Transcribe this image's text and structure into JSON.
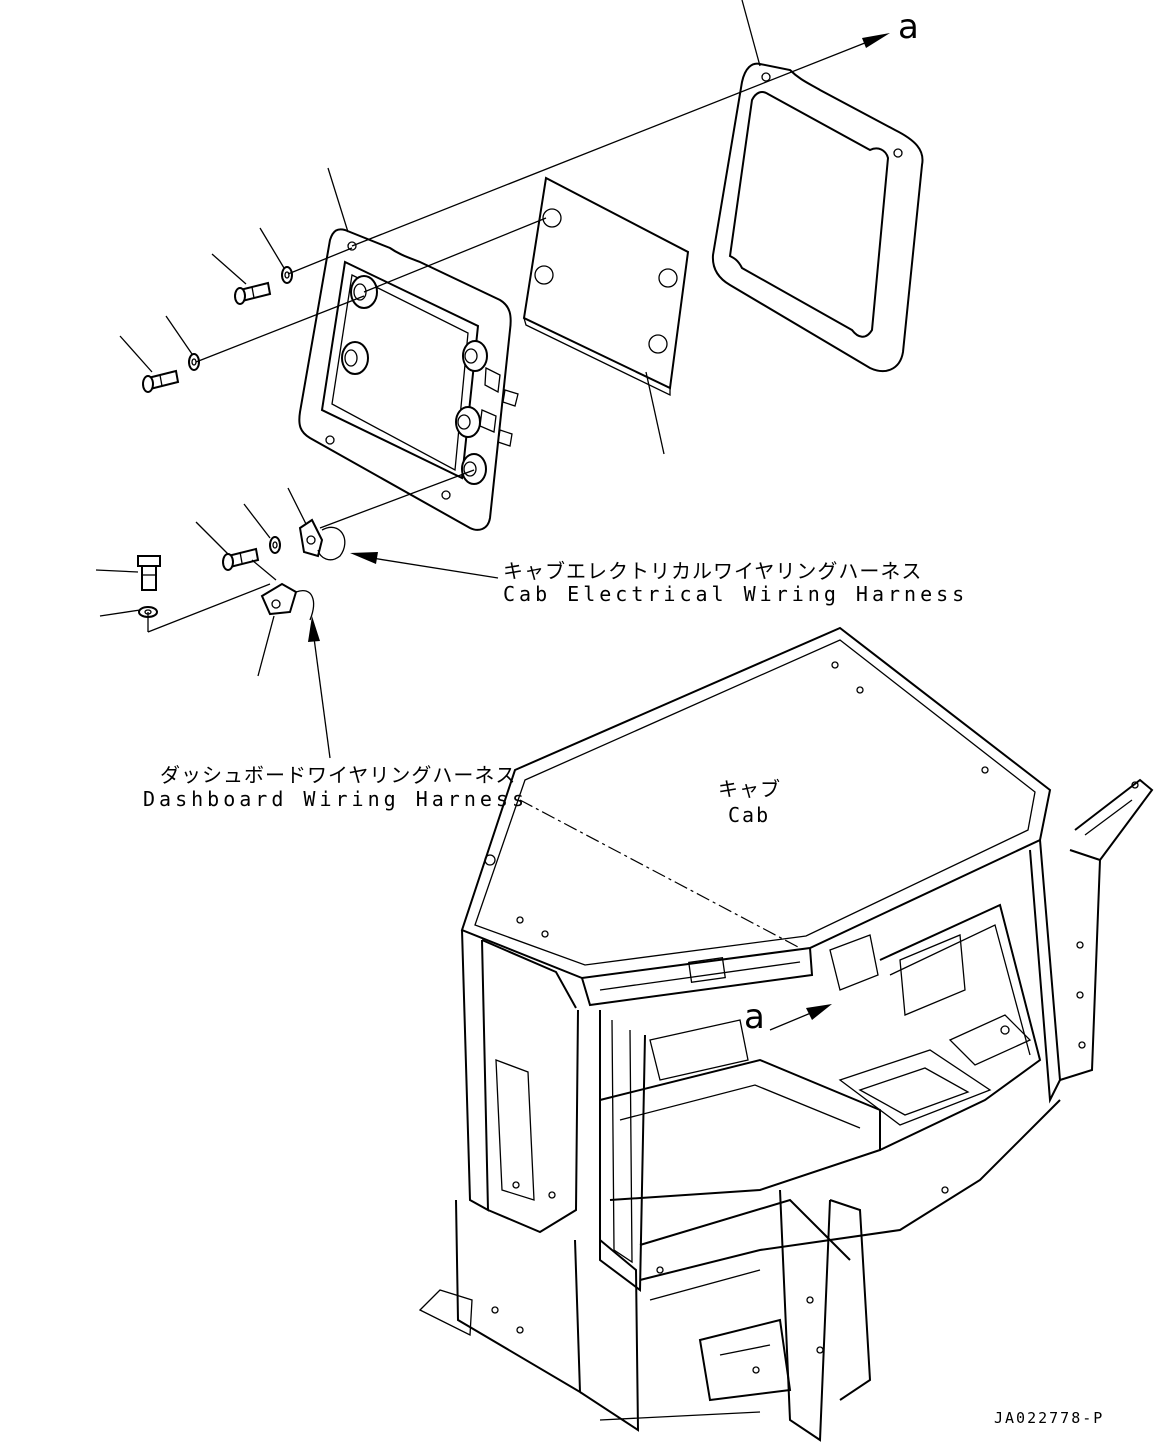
{
  "labels": {
    "cab_harness_jp": "キャブエレクトリカルワイヤリングハーネス",
    "cab_harness_en": "Cab Electrical Wiring Harness",
    "dash_harness_jp": "ダッシュボードワイヤリングハーネス",
    "dash_harness_en": "Dashboard Wiring Harness",
    "cab_jp": "キャブ",
    "cab_en": "Cab",
    "ref_a_top": "a",
    "ref_a_cab": "a",
    "drawing_id": "JA022778-P"
  }
}
